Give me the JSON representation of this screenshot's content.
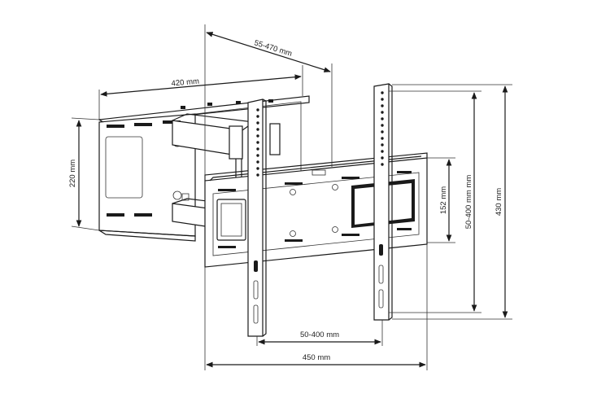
{
  "diagram": {
    "dimensions": {
      "arm_extension": "55-470 mm",
      "wall_plate_width": "420 mm",
      "wall_plate_height": "220 mm",
      "tv_plate_height": "152 mm",
      "vesa_vertical": "50-400 mm mm",
      "total_height": "430 mm",
      "vesa_horizontal": "50-400 mm",
      "tv_plate_width": "450 mm"
    }
  }
}
